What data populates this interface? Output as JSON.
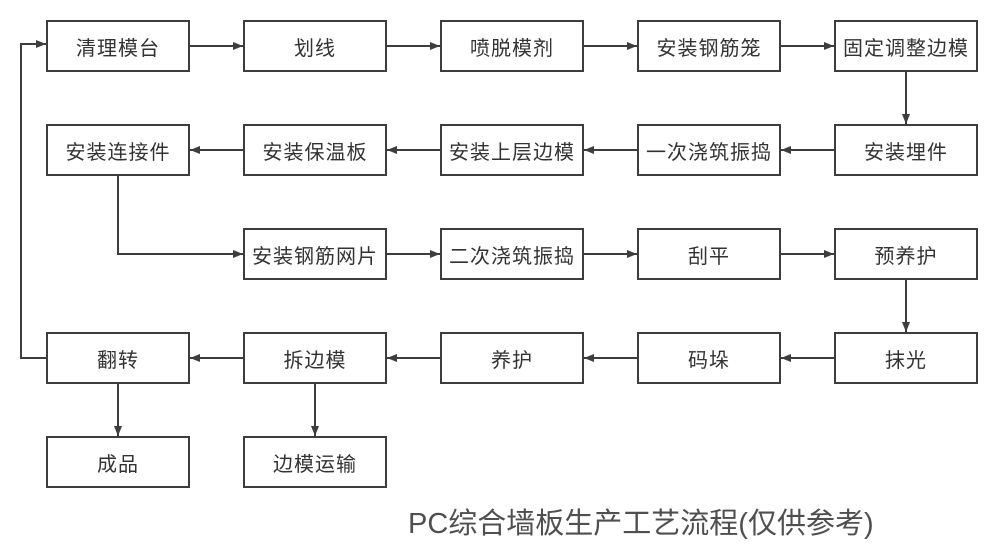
{
  "diagram": {
    "caption": "PC综合墙板生产工艺流程(仅供参考)",
    "colors": {
      "box_border": "#3d3d3d",
      "box_fill": "#ffffff",
      "arrow_line": "#3d3d3d",
      "node_text": "#333333",
      "caption_text": "#4f4f4f",
      "background": "#ffffff"
    },
    "nodes": [
      {
        "id": "clean-platform",
        "label": "清理模台"
      },
      {
        "id": "scribe-line",
        "label": "划线"
      },
      {
        "id": "spray-release-agent",
        "label": "喷脱模剂"
      },
      {
        "id": "install-rebar-cage",
        "label": "安装钢筋笼"
      },
      {
        "id": "fix-adjust-side-mold",
        "label": "固定调整边模"
      },
      {
        "id": "install-embedded-parts",
        "label": "安装埋件"
      },
      {
        "id": "first-pour-vibrate",
        "label": "一次浇筑振捣"
      },
      {
        "id": "install-upper-side-mold",
        "label": "安装上层边模"
      },
      {
        "id": "install-insulation-board",
        "label": "安装保温板"
      },
      {
        "id": "install-connectors",
        "label": "安装连接件"
      },
      {
        "id": "install-rebar-mesh",
        "label": "安装钢筋网片"
      },
      {
        "id": "second-pour-vibrate",
        "label": "二次浇筑振捣"
      },
      {
        "id": "screed-flat",
        "label": "刮平"
      },
      {
        "id": "pre-curing",
        "label": "预养护"
      },
      {
        "id": "trowel-finish",
        "label": "抹光"
      },
      {
        "id": "stacking",
        "label": "码垛"
      },
      {
        "id": "curing",
        "label": "养护"
      },
      {
        "id": "remove-side-mold",
        "label": "拆边模"
      },
      {
        "id": "flip-over",
        "label": "翻转"
      },
      {
        "id": "finished-product",
        "label": "成品"
      },
      {
        "id": "side-mold-transport",
        "label": "边模运输"
      }
    ],
    "edges": [
      {
        "from": "清理模台",
        "to": "划线"
      },
      {
        "from": "划线",
        "to": "喷脱模剂"
      },
      {
        "from": "喷脱模剂",
        "to": "安装钢筋笼"
      },
      {
        "from": "安装钢筋笼",
        "to": "固定调整边模"
      },
      {
        "from": "固定调整边模",
        "to": "安装埋件"
      },
      {
        "from": "安装埋件",
        "to": "一次浇筑振捣"
      },
      {
        "from": "一次浇筑振捣",
        "to": "安装上层边模"
      },
      {
        "from": "安装上层边模",
        "to": "安装保温板"
      },
      {
        "from": "安装保温板",
        "to": "安装连接件"
      },
      {
        "from": "安装连接件",
        "to": "安装钢筋网片"
      },
      {
        "from": "安装钢筋网片",
        "to": "二次浇筑振捣"
      },
      {
        "from": "二次浇筑振捣",
        "to": "刮平"
      },
      {
        "from": "刮平",
        "to": "预养护"
      },
      {
        "from": "预养护",
        "to": "抹光"
      },
      {
        "from": "抹光",
        "to": "码垛"
      },
      {
        "from": "码垛",
        "to": "养护"
      },
      {
        "from": "养护",
        "to": "拆边模"
      },
      {
        "from": "拆边模",
        "to": "翻转"
      },
      {
        "from": "翻转",
        "to": "成品"
      },
      {
        "from": "拆边模",
        "to": "边模运输"
      },
      {
        "from": "翻转",
        "to": "清理模台"
      }
    ]
  }
}
